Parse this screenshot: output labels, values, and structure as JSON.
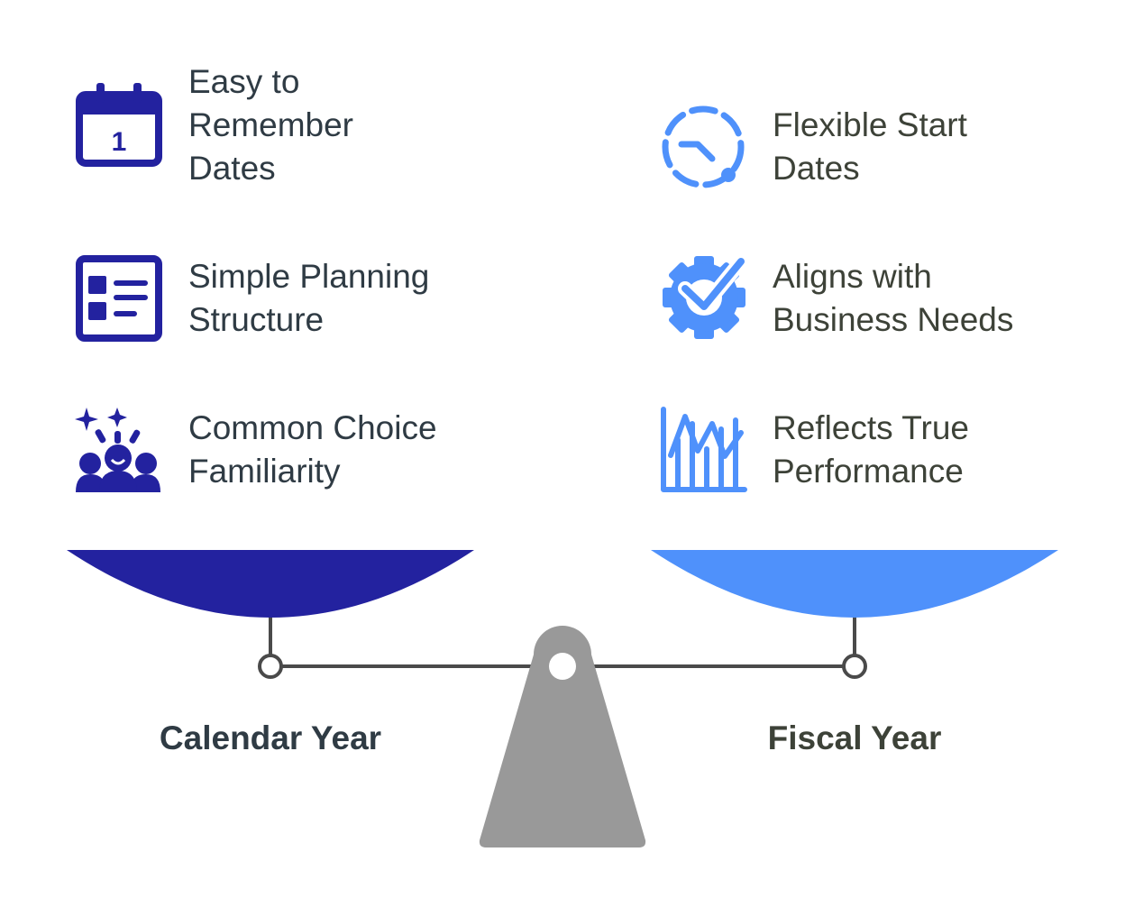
{
  "colors": {
    "left_accent": "#23229f",
    "right_accent": "#4f91fb",
    "stand": "#999999",
    "beam": "#4a4a4a",
    "left_text": "#2f3b44",
    "right_text": "#3d4238"
  },
  "left": {
    "label": "Calendar Year",
    "items": [
      {
        "icon": "calendar-icon",
        "lines": [
          "Easy to",
          "Remember",
          "Dates"
        ],
        "calendar_day": "1"
      },
      {
        "icon": "checklist-icon",
        "lines": [
          "Simple Planning",
          "Structure"
        ]
      },
      {
        "icon": "cheering-group-icon",
        "lines": [
          "Common Choice",
          "Familiarity"
        ]
      }
    ]
  },
  "right": {
    "label": "Fiscal Year",
    "items": [
      {
        "icon": "dashed-clock-icon",
        "lines": [
          "Flexible Start",
          "Dates"
        ]
      },
      {
        "icon": "gear-check-icon",
        "lines": [
          "Aligns with",
          "Business Needs"
        ]
      },
      {
        "icon": "line-chart-icon",
        "lines": [
          "Reflects True",
          "Performance"
        ]
      }
    ]
  }
}
